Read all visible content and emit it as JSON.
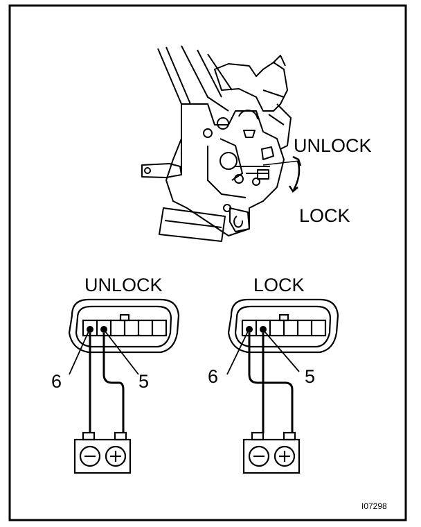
{
  "mechanism": {
    "unlock_label": "UNLOCK",
    "lock_label": "LOCK"
  },
  "connector_unlock": {
    "title": "UNLOCK",
    "pin_left": "6",
    "pin_right": "5"
  },
  "connector_lock": {
    "title": "LOCK",
    "pin_left": "6",
    "pin_right": "5"
  },
  "figure_id": "I07298",
  "colors": {
    "ink": "#000000",
    "background": "#ffffff"
  },
  "icons": [
    "battery-negative-icon",
    "battery-positive-icon"
  ]
}
